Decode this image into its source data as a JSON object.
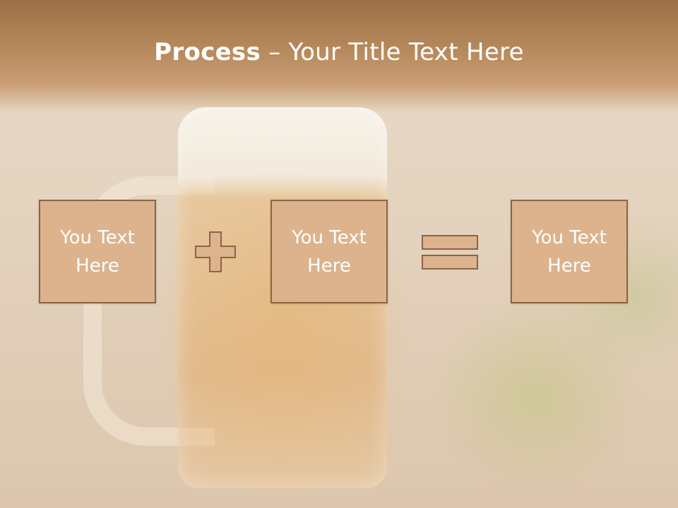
{
  "slide": {
    "title_bold": "Process",
    "title_rest": " – Your Title Text Here"
  },
  "boxes": [
    {
      "line1": "You Text",
      "line2": "Here"
    },
    {
      "line1": "You Text",
      "line2": "Here"
    },
    {
      "line1": "You Text",
      "line2": "Here"
    }
  ],
  "icons": {
    "operator_1": "plus-icon",
    "operator_2": "equals-icon"
  },
  "colors": {
    "box_fill": "#dcb38c",
    "box_border": "#8c6448",
    "header_brown": "#9c7046"
  }
}
